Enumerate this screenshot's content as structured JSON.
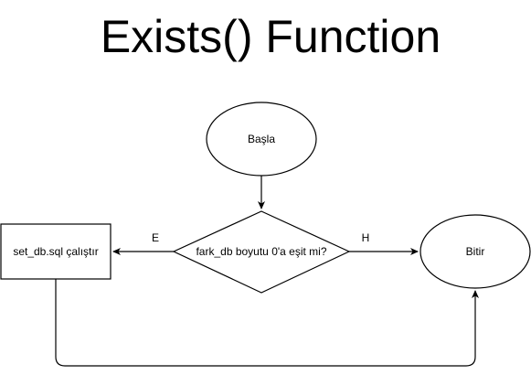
{
  "diagram": {
    "title": "Exists() Function",
    "nodes": {
      "start": "Başla",
      "decision": "fark_db boyutu 0'a eşit mi?",
      "action": "set_db.sql çalıştır",
      "end": "Bitir"
    },
    "edges": {
      "yes_label": "E",
      "no_label": "H"
    },
    "colors": {
      "stroke": "#000000",
      "fill": "#ffffff",
      "text": "#000000"
    }
  }
}
